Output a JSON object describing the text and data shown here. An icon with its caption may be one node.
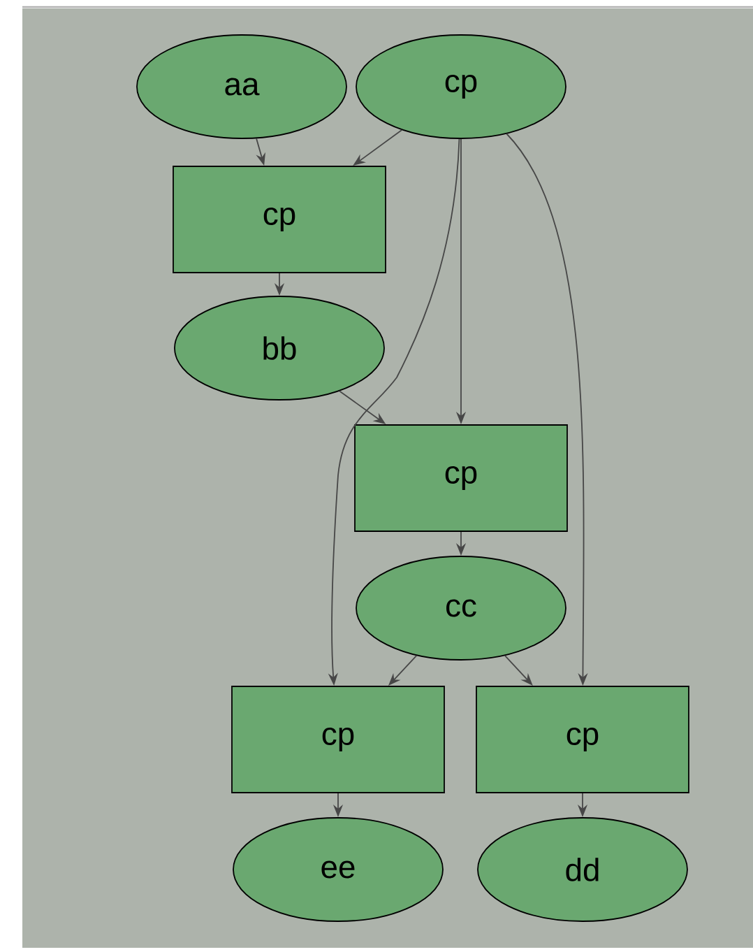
{
  "diagram": {
    "nodes": [
      {
        "text": [
          "aa"
        ]
      },
      {
        "text": [
          "cp"
        ]
      },
      {
        "text": [
          "cp"
        ]
      },
      {
        "text": [
          "bb"
        ]
      },
      {
        "text": [
          "cp"
        ]
      },
      {
        "text": [
          "cc"
        ]
      },
      {
        "text": [
          "cp"
        ]
      },
      {
        "text": [
          "cp"
        ]
      },
      {
        "text": [
          "ee"
        ]
      },
      {
        "text": [
          "dd"
        ]
      }
    ],
    "edges": [
      {
        "from": 0,
        "to": 2,
        "arrow": "to"
      },
      {
        "from": 1,
        "to": 2,
        "arrow": "to"
      },
      {
        "from": 1,
        "to": 4,
        "arrow": "to"
      },
      {
        "from": 1,
        "to": 6,
        "arrow": "to"
      },
      {
        "from": 1,
        "to": 7,
        "arrow": "to"
      },
      {
        "from": 2,
        "to": 3,
        "arrow": "to"
      },
      {
        "from": 3,
        "to": 4,
        "arrow": "to"
      },
      {
        "from": 4,
        "to": 5,
        "arrow": "to"
      },
      {
        "from": 5,
        "to": 6,
        "arrow": "to"
      },
      {
        "from": 5,
        "to": 7,
        "arrow": "to"
      },
      {
        "from": 6,
        "to": 8,
        "arrow": "to"
      },
      {
        "from": 7,
        "to": 9,
        "arrow": "to"
      }
    ]
  }
}
